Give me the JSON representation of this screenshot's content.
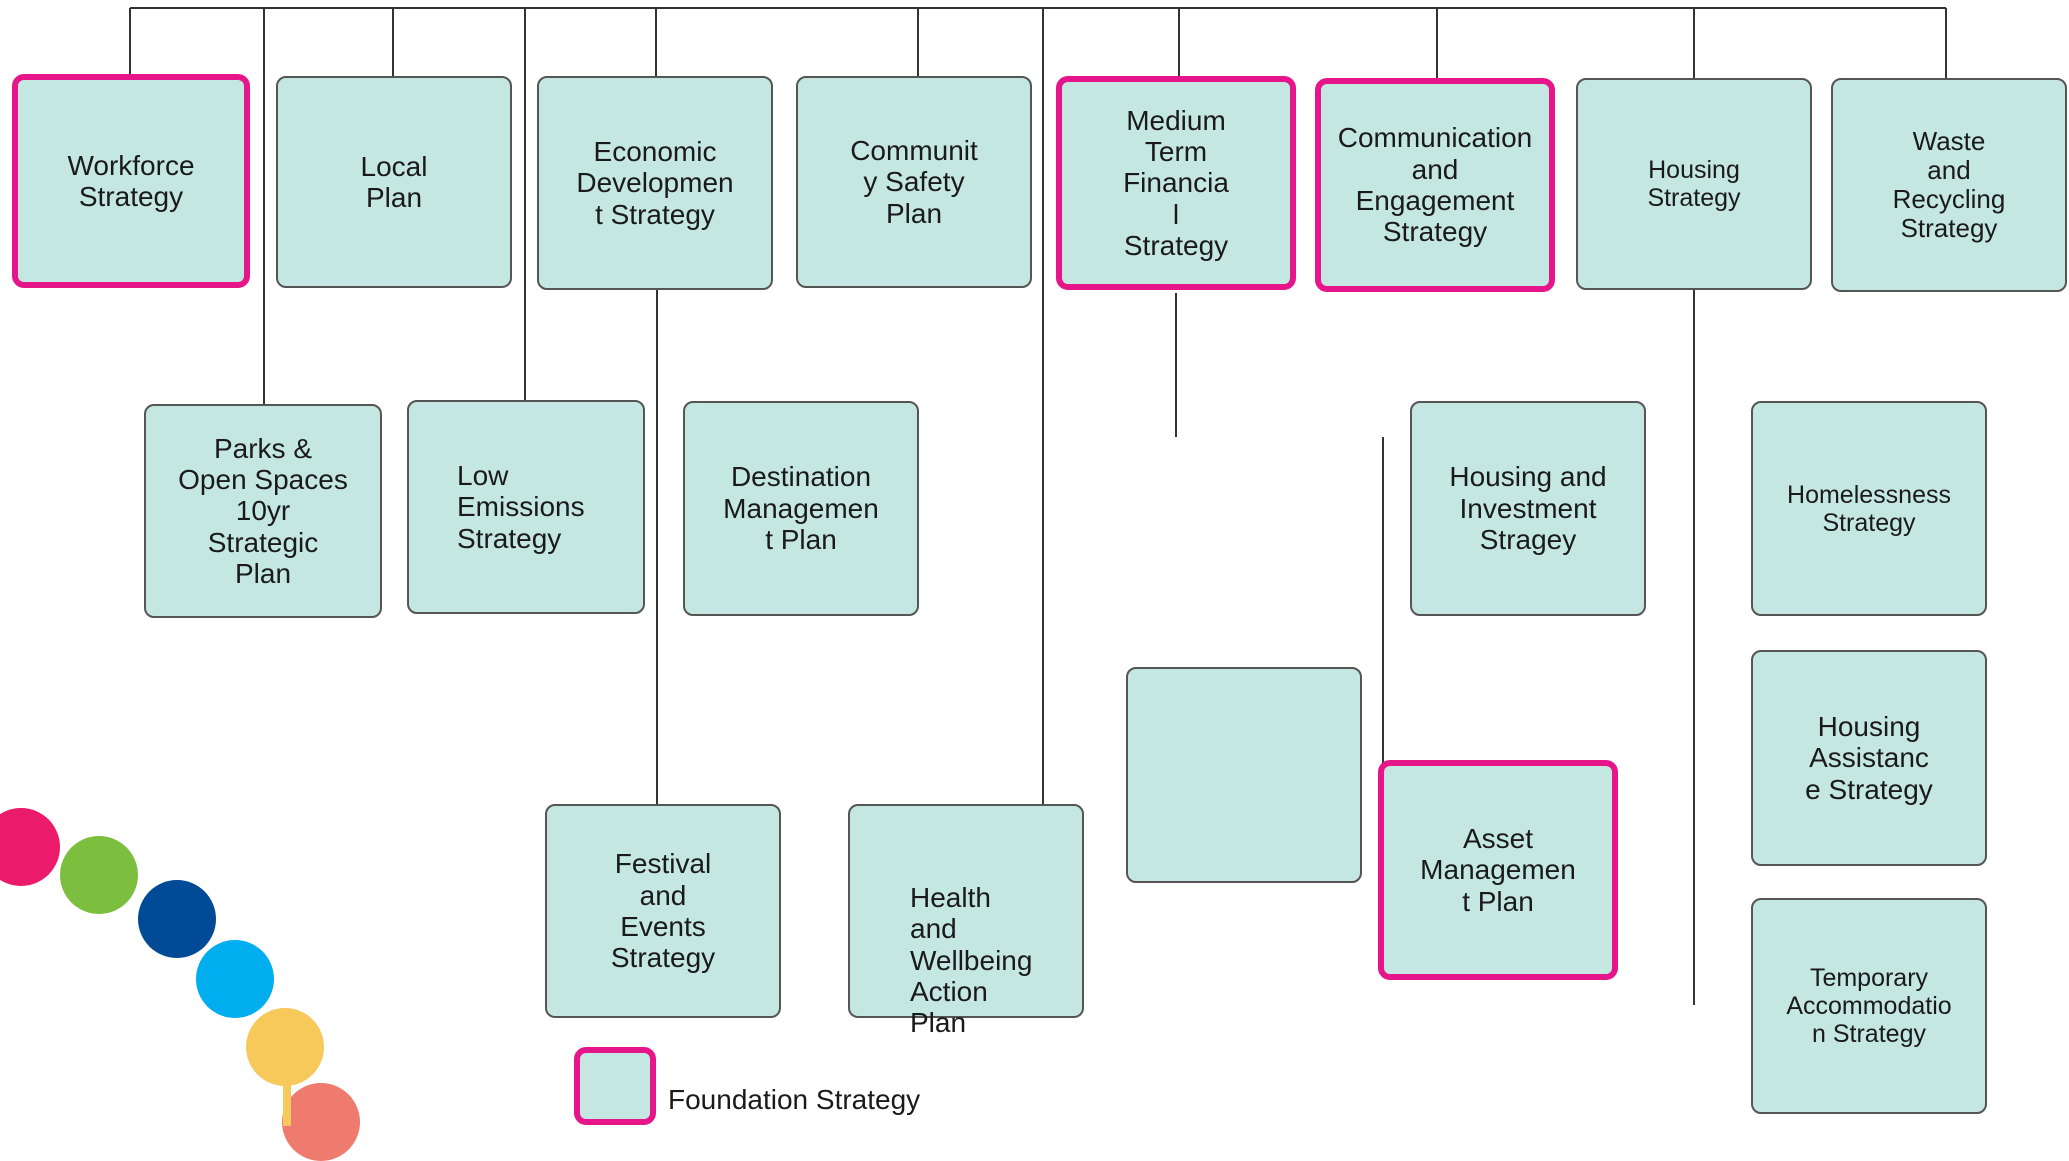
{
  "colors": {
    "box_fill": "#c5e7e2",
    "foundation_border": "#e6168a",
    "line": "#333333"
  },
  "top_row": [
    {
      "label": "Workforce\nStrategy",
      "foundation": true
    },
    {
      "label": "Local\nPlan",
      "foundation": false
    },
    {
      "label": "Economic\nDevelopmen\nt Strategy",
      "foundation": false
    },
    {
      "label": "Communit\ny Safety\nPlan",
      "foundation": false
    },
    {
      "label": "Medium\nTerm\nFinancia\nl\nStrategy",
      "foundation": true
    },
    {
      "label": "Communication\nand\nEngagement\nStrategy",
      "foundation": true
    },
    {
      "label": "Housing\nStrategy",
      "foundation": false
    },
    {
      "label": "Waste\nand\nRecycling\nStrategy",
      "foundation": false
    }
  ],
  "sub_boxes": [
    {
      "id": "parks",
      "label": "Parks &\nOpen Spaces\n10yr\nStrategic\nPlan",
      "foundation": false
    },
    {
      "id": "low-emissions",
      "label": "Low\n   Emissions\n   Strategy",
      "foundation": false
    },
    {
      "id": "destination",
      "label": "Destination\nManagemen\nt Plan",
      "foundation": false
    },
    {
      "id": "festival",
      "label": "Festival\nand\nEvents\nStrategy",
      "foundation": false
    },
    {
      "id": "health",
      "label": "Health\nand\nWellbeing\nAction\nPlan",
      "foundation": false
    },
    {
      "id": "empty",
      "label": "",
      "foundation": false
    },
    {
      "id": "housing-investment",
      "label": "Housing and\nInvestment\nStragey",
      "foundation": false
    },
    {
      "id": "asset",
      "label": "Asset\nManagemen\nt Plan",
      "foundation": true
    },
    {
      "id": "homelessness",
      "label": "Homelessness\nStrategy",
      "foundation": false
    },
    {
      "id": "housing-assistance",
      "label": "Housing\nAssistanc\ne Strategy",
      "foundation": false
    },
    {
      "id": "temporary",
      "label": "Temporary\nAccommodatio\nn Strategy",
      "foundation": false
    }
  ],
  "legend": {
    "label": "Foundation Strategy"
  },
  "decoration": {
    "dot_colors": [
      "#ec1a6a",
      "#7cbf3f",
      "#004a96",
      "#00aeef",
      "#f7c85a",
      "#ef7a6e"
    ]
  }
}
